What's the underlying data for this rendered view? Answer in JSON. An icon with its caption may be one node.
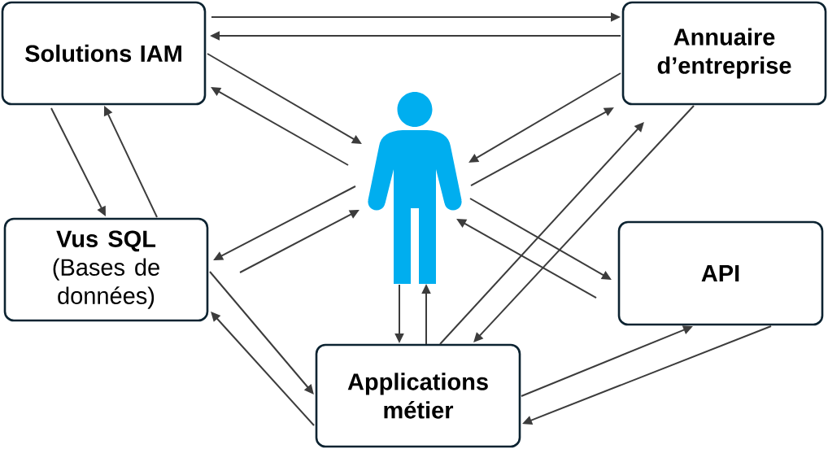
{
  "diagram": {
    "nodes": [
      {
        "text": [
          "Solutions IAM"
        ]
      },
      {
        "text": [
          "Annuaire d’entreprise"
        ]
      },
      {
        "text": [],
        "shape": "person"
      },
      {
        "text": [
          "Vus SQL",
          "(Bases de données)"
        ]
      },
      {
        "text": [
          "API"
        ]
      },
      {
        "text": [
          "Applications métier"
        ]
      }
    ],
    "edges": [
      {
        "from": 0,
        "to": 1,
        "arrow": "to"
      },
      {
        "from": 1,
        "to": 0,
        "arrow": "to"
      },
      {
        "from": 0,
        "to": 2,
        "arrow": "to"
      },
      {
        "from": 2,
        "to": 0,
        "arrow": "to"
      },
      {
        "from": 0,
        "to": 3,
        "arrow": "to"
      },
      {
        "from": 3,
        "to": 0,
        "arrow": "to"
      },
      {
        "from": 1,
        "to": 2,
        "arrow": "to"
      },
      {
        "from": 2,
        "to": 1,
        "arrow": "to"
      },
      {
        "from": 2,
        "to": 3,
        "arrow": "to"
      },
      {
        "from": 3,
        "to": 2,
        "arrow": "to"
      },
      {
        "from": 2,
        "to": 4,
        "arrow": "to"
      },
      {
        "from": 4,
        "to": 2,
        "arrow": "to"
      },
      {
        "from": 2,
        "to": 5,
        "arrow": "to"
      },
      {
        "from": 5,
        "to": 2,
        "arrow": "to"
      },
      {
        "from": 5,
        "to": 1,
        "arrow": "to"
      },
      {
        "from": 1,
        "to": 5,
        "arrow": "to"
      },
      {
        "from": 3,
        "to": 5,
        "arrow": "to"
      },
      {
        "from": 5,
        "to": 3,
        "arrow": "to"
      },
      {
        "from": 5,
        "to": 4,
        "arrow": "to"
      },
      {
        "from": 4,
        "to": 5,
        "arrow": "to"
      }
    ]
  }
}
